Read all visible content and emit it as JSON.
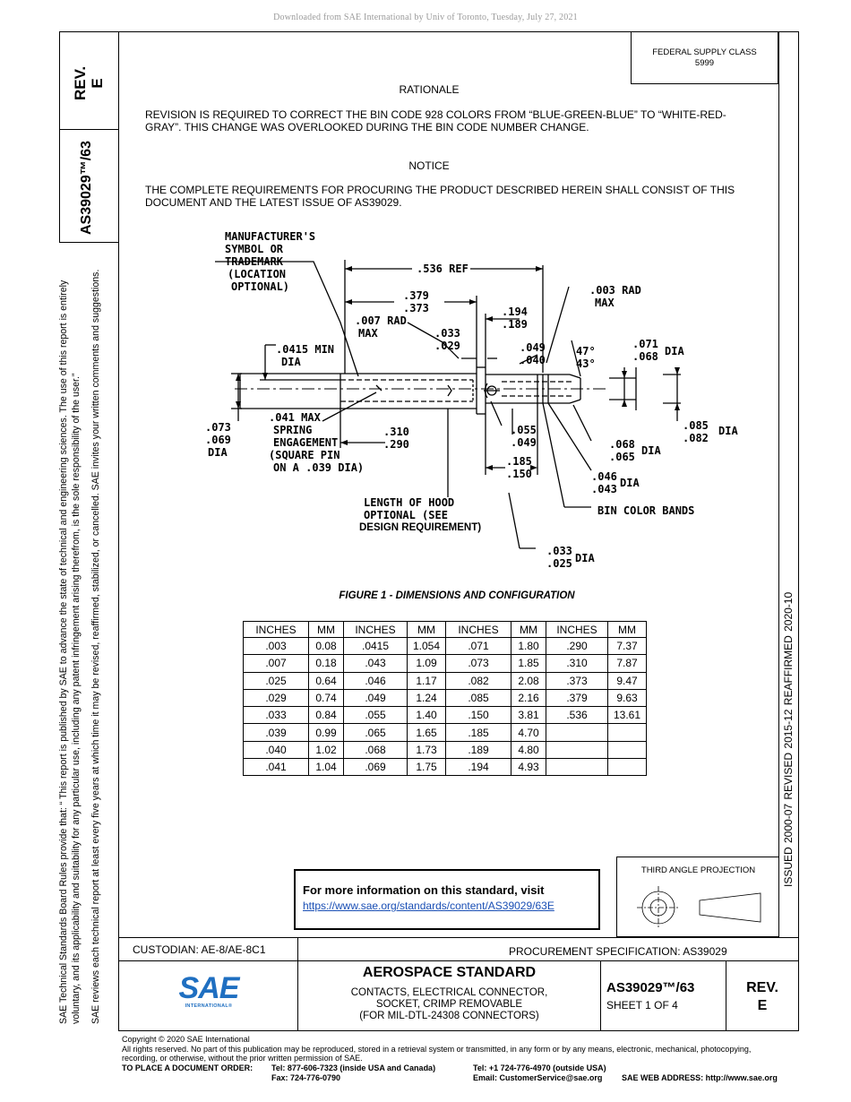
{
  "download_notice": "Downloaded from SAE International by Univ of Toronto, Tuesday, July 27, 2021",
  "left_margin": {
    "rev_label": "REV.",
    "rev_value": "E",
    "doc_number": "AS39029™/63",
    "board_rules_line1": "SAE Technical Standards Board Rules provide that: “  This report is published by SAE to advance the state of technical and engineering sciences. The use of this report is entirely",
    "board_rules_line2": "voluntary, and its applicability and suitability for any particular use, including any patent infringement arising therefrom, is the sole responsibility of the user.”",
    "board_rules_line3": "SAE reviews each technical report at least every five years at which time it may be revised, reaffirmed, stabilized, or cancelled. SAE invites your written comments and suggestions."
  },
  "right_margin": {
    "dates": "ISSUED 2000-07     REVISED 2015-12     REAFFIRMED 2020-10"
  },
  "supply_class": {
    "label": "FEDERAL SUPPLY CLASS",
    "value": "5999"
  },
  "rationale": {
    "heading": "RATIONALE",
    "line1": "REVISION IS REQUIRED TO CORRECT THE BIN CODE 928 COLORS FROM “BLUE-GREEN-BLUE” TO “WHITE-RED-",
    "line2": "GRAY”. THIS CHANGE WAS OVERLOOKED DURING THE BIN CODE NUMBER CHANGE."
  },
  "notice": {
    "heading": "NOTICE",
    "line1": "THE COMPLETE REQUIREMENTS FOR PROCURING THE PRODUCT DESCRIBED HEREIN SHALL CONSIST OF THIS",
    "line2": "DOCUMENT AND THE LATEST ISSUE OF AS39029."
  },
  "figure": {
    "caption": "FIGURE 1 - DIMENSIONS AND CONFIGURATION",
    "labels": {
      "mfr1": "MANUFACTURER'S",
      "mfr2": "SYMBOL OR",
      "mfr3": "TRADEMARK",
      "mfr4": "(LOCATION",
      "mfr5": "OPTIONAL)",
      "ref536": ".536 REF",
      "d379": ".379",
      "d373": ".373",
      "rad007a": ".007 RAD",
      "rad007b": "MAX",
      "d033": ".033",
      "d029": ".029",
      "d194": ".194",
      "d189": ".189",
      "rad003a": ".003 RAD",
      "rad003b": "MAX",
      "d0415": ".0415 MIN",
      "dia1": "DIA",
      "d049": ".049",
      "d040": ".040",
      "ang47": "47°",
      "ang43": "43°",
      "d071": ".071",
      "d068a": ".068",
      "dia2": "DIA",
      "d073": ".073",
      "d069": ".069",
      "dia3": "DIA",
      "spring1": ".041 MAX",
      "spring2": "SPRING",
      "spring3": "ENGAGEMENT",
      "spring4": "(SQUARE PIN",
      "spring5": "ON A .039 DIA)",
      "d310": ".310",
      "d290": ".290",
      "d055": ".055",
      "d049b": ".049",
      "d185": ".185",
      "d150": ".150",
      "d085": ".085",
      "d082": ".082",
      "dia4": "DIA",
      "d068b": ".068",
      "d065": ".065",
      "dia5": "DIA",
      "d046": ".046",
      "d043": ".043",
      "dia6": "DIA",
      "bands": "BIN COLOR BANDS",
      "hood1": "LENGTH OF HOOD",
      "hood2": "OPTIONAL (SEE",
      "hood3": "DESIGN REQUIREMENT)",
      "d033b": ".033",
      "d025": ".025",
      "dia7": "DIA"
    }
  },
  "table": {
    "headers": [
      "INCHES",
      "MM",
      "INCHES",
      "MM",
      "INCHES",
      "MM",
      "INCHES",
      "MM"
    ],
    "rows": [
      [
        ".003",
        "0.08",
        ".0415",
        "1.054",
        ".071",
        "1.80",
        ".290",
        "7.37"
      ],
      [
        ".007",
        "0.18",
        ".043",
        "1.09",
        ".073",
        "1.85",
        ".310",
        "7.87"
      ],
      [
        ".025",
        "0.64",
        ".046",
        "1.17",
        ".082",
        "2.08",
        ".373",
        "9.47"
      ],
      [
        ".029",
        "0.74",
        ".049",
        "1.24",
        ".085",
        "2.16",
        ".379",
        "9.63"
      ],
      [
        ".033",
        "0.84",
        ".055",
        "1.40",
        ".150",
        "3.81",
        ".536",
        "13.61"
      ],
      [
        ".039",
        "0.99",
        ".065",
        "1.65",
        ".185",
        "4.70",
        "",
        ""
      ],
      [
        ".040",
        "1.02",
        ".068",
        "1.73",
        ".189",
        "4.80",
        "",
        ""
      ],
      [
        ".041",
        "1.04",
        ".069",
        "1.75",
        ".194",
        "4.93",
        "",
        ""
      ]
    ]
  },
  "more_info": {
    "title": "For more information on this standard, visit",
    "url": "https://www.sae.org/standards/content/AS39029/63E"
  },
  "projection": {
    "label": "THIRD ANGLE PROJECTION"
  },
  "title_block": {
    "custodian": "CUSTODIAN: AE-8/AE-8C1",
    "procurement": "PROCUREMENT SPECIFICATION: AS39029",
    "logo_text": "SAE",
    "logo_sub": "INTERNATIONAL®",
    "standard_title": "AEROSPACE STANDARD",
    "desc1": "CONTACTS, ELECTRICAL CONNECTOR,",
    "desc2": "SOCKET, CRIMP REMOVABLE",
    "desc3": "(FOR MIL-DTL-24308 CONNECTORS)",
    "doc_number": "AS39029™/63",
    "sheet": "SHEET 1 OF 4",
    "rev_label": "REV.",
    "rev_value": "E"
  },
  "footer": {
    "copyright": "Copyright © 2020 SAE International",
    "rights1": "All rights reserved. No part of this publication may be reproduced, stored in a retrieval system or transmitted, in any form or by any means, electronic, mechanical, photocopying,",
    "rights2": "recording, or otherwise, without the prior written permission of SAE.",
    "order_label": "TO PLACE A DOCUMENT ORDER:",
    "tel_usa": "Tel:  877-606-7323 (inside USA and Canada)",
    "fax": "Fax: 724-776-0790",
    "tel_intl": "Tel:  +1 724-776-4970 (outside USA)",
    "email": "Email: CustomerService@sae.org",
    "web": "SAE WEB ADDRESS: http://www.sae.org"
  }
}
